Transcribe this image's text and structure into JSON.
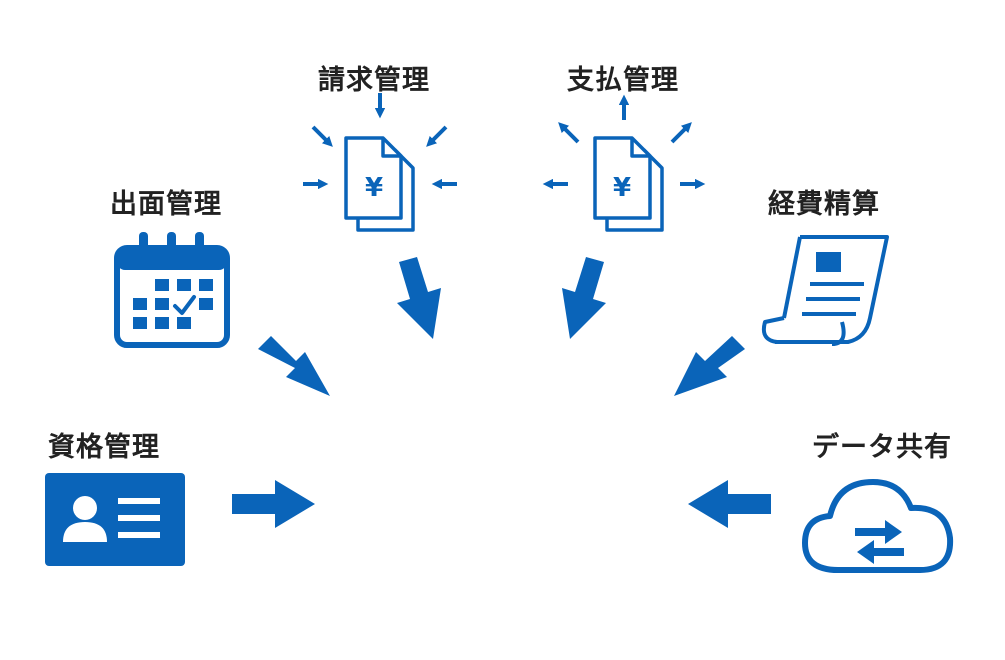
{
  "colors": {
    "accent": "#0a64b9",
    "text": "#222222",
    "background": "#ffffff"
  },
  "nodes": {
    "billing": {
      "label": "請求管理",
      "icon": "invoice-yen-icon"
    },
    "payment": {
      "label": "支払管理",
      "icon": "payment-yen-icon"
    },
    "attendance": {
      "label": "出面管理",
      "icon": "calendar-icon"
    },
    "expense": {
      "label": "経費精算",
      "icon": "scroll-document-icon"
    },
    "qualification": {
      "label": "資格管理",
      "icon": "id-card-icon"
    },
    "data_share": {
      "label": "データ共有",
      "icon": "cloud-sync-icon"
    }
  },
  "yen_symbol": "¥"
}
